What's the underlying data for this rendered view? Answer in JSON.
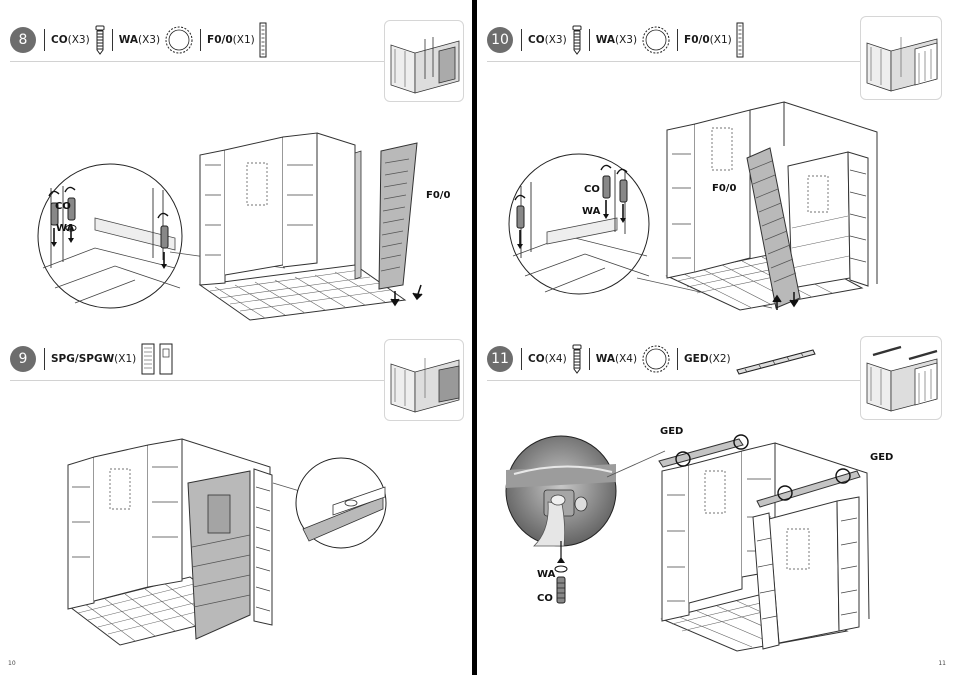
{
  "pages": {
    "left": {
      "page_number": "10",
      "steps": [
        {
          "number": "8",
          "parts": [
            {
              "code": "CO",
              "qty": "(X3)",
              "icon": "screw-icon"
            },
            {
              "code": "WA",
              "qty": "(X3)",
              "icon": "washer-icon"
            },
            {
              "code": "F0/0",
              "qty": "(X1)",
              "icon": "panel-strip-icon"
            }
          ],
          "labels": {
            "co": "CO",
            "wa": "WA",
            "panel": "F0/0"
          }
        },
        {
          "number": "9",
          "parts": [
            {
              "code": "SPG/SPGW",
              "qty": "(X1)",
              "icon": "wall-panel-icon"
            }
          ]
        }
      ]
    },
    "right": {
      "page_number": "11",
      "steps": [
        {
          "number": "10",
          "parts": [
            {
              "code": "CO",
              "qty": "(X3)",
              "icon": "screw-icon"
            },
            {
              "code": "WA",
              "qty": "(X3)",
              "icon": "washer-icon"
            },
            {
              "code": "F0/0",
              "qty": "(X1)",
              "icon": "panel-strip-icon"
            }
          ],
          "labels": {
            "co": "CO",
            "wa": "WA",
            "panel": "F0/0"
          }
        },
        {
          "number": "11",
          "parts": [
            {
              "code": "CO",
              "qty": "(X4)",
              "icon": "screw-icon"
            },
            {
              "code": "WA",
              "qty": "(X4)",
              "icon": "washer-icon"
            },
            {
              "code": "GED",
              "qty": "(X2)",
              "icon": "gable-beam-icon"
            }
          ],
          "labels": {
            "ged_left": "GED",
            "ged_right": "GED",
            "wa": "WA",
            "co": "CO"
          }
        }
      ]
    }
  },
  "colors": {
    "ink": "#1a1a1a",
    "badge": "#6d6d6d",
    "panel_fill": "#b9b9b9",
    "rule": "#d2d2d2",
    "spine": "#000000"
  }
}
